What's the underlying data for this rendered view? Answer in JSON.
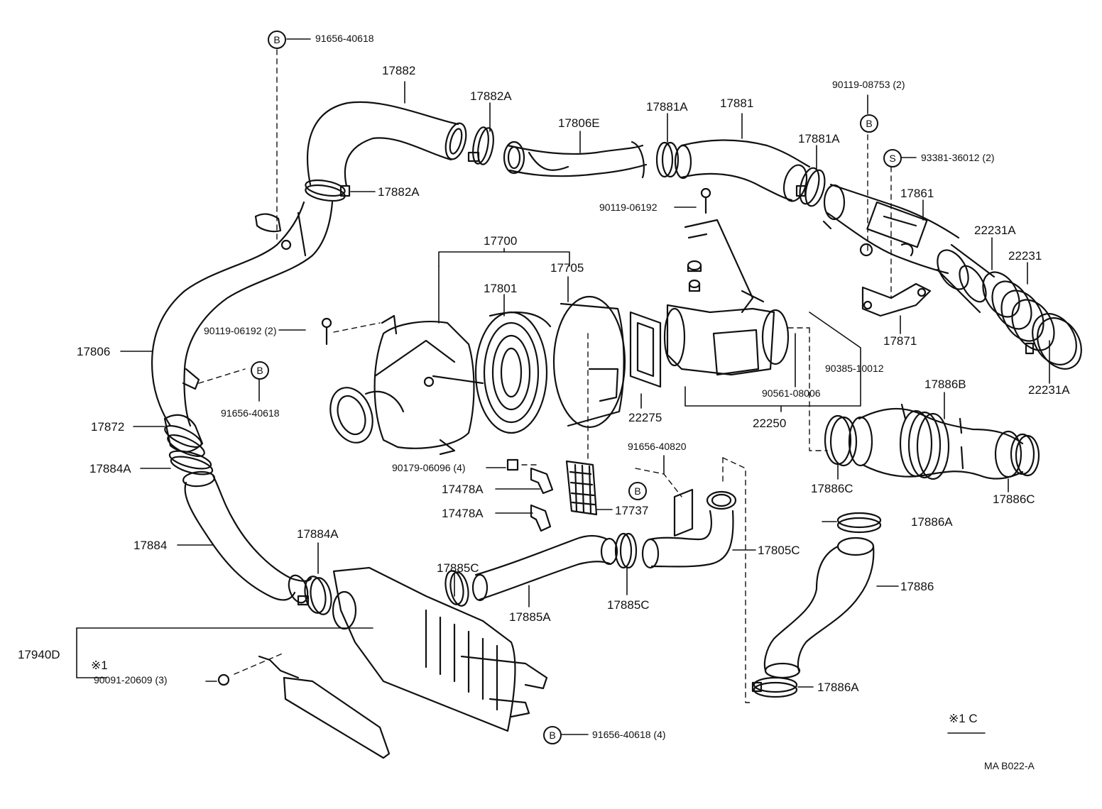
{
  "callouts": {
    "b_symbol": "B",
    "s_symbol": "S",
    "bolt_b_top": "91656-40618",
    "bolt_b_mid": "91656-40618",
    "bolt_b_bottom": "91656-40618 (4)",
    "bolt_b_right": "90119-08753 (2)",
    "screw_s": "93381-36012 (2)",
    "clamp_40820": "91656-40820"
  },
  "parts": {
    "p17882": "17882",
    "p17882a_top": "17882A",
    "p17882a_left": "17882A",
    "p17806e": "17806E",
    "p17881a_top": "17881A",
    "p17881": "17881",
    "p17881a_right": "17881A",
    "p17861": "17861",
    "p22231a_top": "22231A",
    "p22231": "22231",
    "p22231a_bottom": "22231A",
    "p17871": "17871",
    "p90385": "90385-10012",
    "p90561": "90561-08006",
    "p22250": "22250",
    "p22275": "22275",
    "p90119_06192_top": "90119-06192",
    "p90119_06192_left": "90119-06192 (2)",
    "p17700": "17700",
    "p17801": "17801",
    "p17705": "17705",
    "p17806": "17806",
    "p17872": "17872",
    "p17884a_left": "17884A",
    "p17884": "17884",
    "p17884a_lower": "17884A",
    "p90179": "90179-06096 (4)",
    "p17478a_1": "17478A",
    "p17478a_2": "17478A",
    "p17737": "17737",
    "p17805c": "17805C",
    "p17885c_left": "17885C",
    "p17885a": "17885A",
    "p17885c_mid": "17885C",
    "p17886b": "17886B",
    "p17886c_left": "17886C",
    "p17886c_right": "17886C",
    "p17886a_top": "17886A",
    "p17886": "17886",
    "p17886a_bottom": "17886A",
    "p17940d": "17940D",
    "p90091": "90091-20609 (3)",
    "note_ref_star": "※1",
    "note_ref_box": "※1 C",
    "drawing_code": "MA  B022-A"
  }
}
